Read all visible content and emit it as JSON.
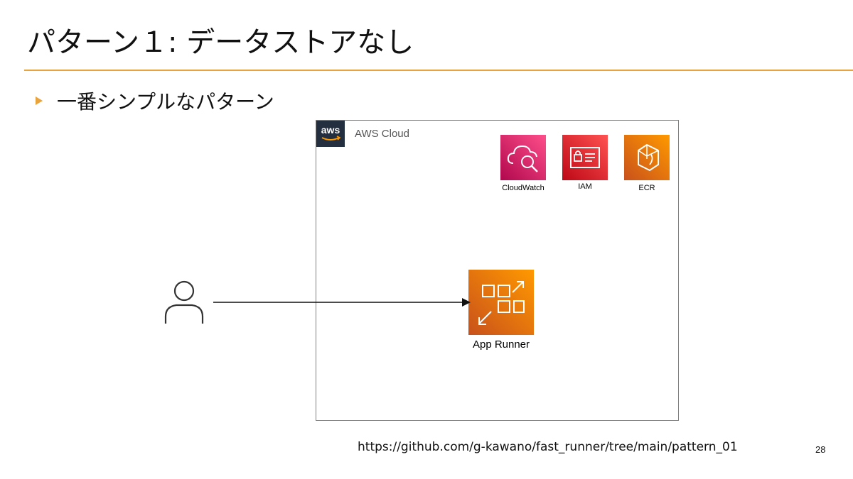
{
  "slide": {
    "title": "パターン１: データストアなし",
    "bullet": "一番シンプルなパターン",
    "url": "https://github.com/g-kawano/fast_runner/tree/main/pattern_01",
    "page_number": "28",
    "accent_color": "#e8a33d"
  },
  "diagram": {
    "cloud_label": "AWS Cloud",
    "logo_text": "aws",
    "services": [
      {
        "label": "CloudWatch",
        "icon": "cloudwatch-icon",
        "color": "#e7157b"
      },
      {
        "label": "IAM",
        "icon": "iam-icon",
        "color": "#dd344c"
      },
      {
        "label": "ECR",
        "icon": "ecr-icon",
        "color": "#ed7100"
      }
    ],
    "main_service": {
      "label": "App Runner",
      "icon": "app-runner-icon",
      "color": "#ed7100"
    },
    "user": {
      "icon": "user-icon"
    }
  }
}
